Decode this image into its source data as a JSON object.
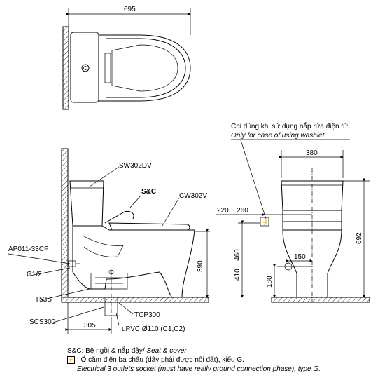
{
  "dimensions": {
    "top_width": "695",
    "front_width": "380",
    "height_total": "692",
    "bowl_height": "390",
    "outlet_height": "410 ~ 460",
    "spacing": "220 ~ 260",
    "inlet_height": "180",
    "inlet_offset": "150",
    "rough_in": "305"
  },
  "labels": {
    "tank": "SW302DV",
    "seat": "S&C",
    "bowl": "CW302V",
    "valve": "AP011-33CF",
    "thread": "G1/2",
    "hose": "T53S",
    "flange": "SCS300",
    "outlet": "TCP300",
    "pipe": "uPVC Ø110 (C1,C2)"
  },
  "washlet_note": {
    "vi": "Chỉ dùng khi sử dụng nắp rửa điện tử.",
    "en": "Only for case of using washlet."
  },
  "legend": {
    "seat_key": "S&C:",
    "seat_vi": "Bệ ngồi & nắp đậy/",
    "seat_en": "Seat & cover",
    "socket_symbol": "⚡",
    "socket_vi": ": Ổ cắm điện ba chấu (dây phải được nối đất), kiểu G.",
    "socket_en": "Electrical 3 outlets socket (must have really ground connection phase), type G."
  }
}
